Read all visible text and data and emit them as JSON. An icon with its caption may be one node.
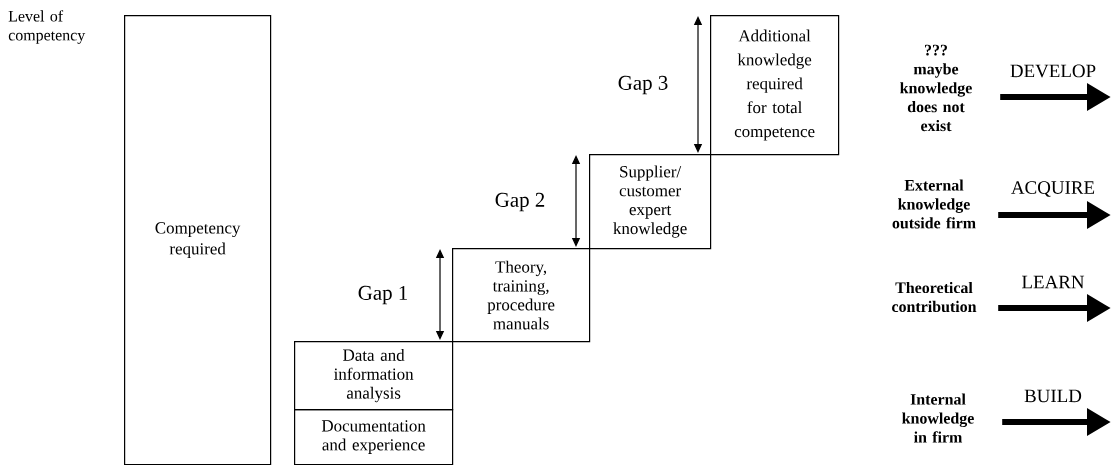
{
  "diagram": {
    "nodes": [
      {
        "text": [
          "Competency required"
        ]
      },
      {
        "text": [
          "Data and information analysis"
        ]
      },
      {
        "text": [
          "Documentation and experience"
        ]
      },
      {
        "text": [
          "Theory, training, procedure manuals"
        ]
      },
      {
        "text": [
          "Supplier/ customer expert knowledge"
        ]
      },
      {
        "text": [
          "Additional knowledge required for total competence"
        ]
      },
      {
        "text": [
          "???",
          "maybe knowledge does not exist"
        ]
      },
      {
        "text": [
          "External knowledge outside firm"
        ]
      },
      {
        "text": [
          "Theoretical contribution"
        ]
      },
      {
        "text": [
          "Internal knowledge in firm"
        ]
      }
    ],
    "edges": [
      {
        "from": 6,
        "to": null,
        "arrow": "to",
        "label": "DEVELOP"
      },
      {
        "from": 7,
        "to": null,
        "arrow": "to",
        "label": "ACQUIRE"
      },
      {
        "from": 8,
        "to": null,
        "arrow": "to",
        "label": "LEARN"
      },
      {
        "from": 9,
        "to": null,
        "arrow": "to",
        "label": "BUILD"
      }
    ],
    "labels": [
      "Level of competency",
      "Gap 3",
      "Gap 2",
      "Gap 1"
    ]
  }
}
